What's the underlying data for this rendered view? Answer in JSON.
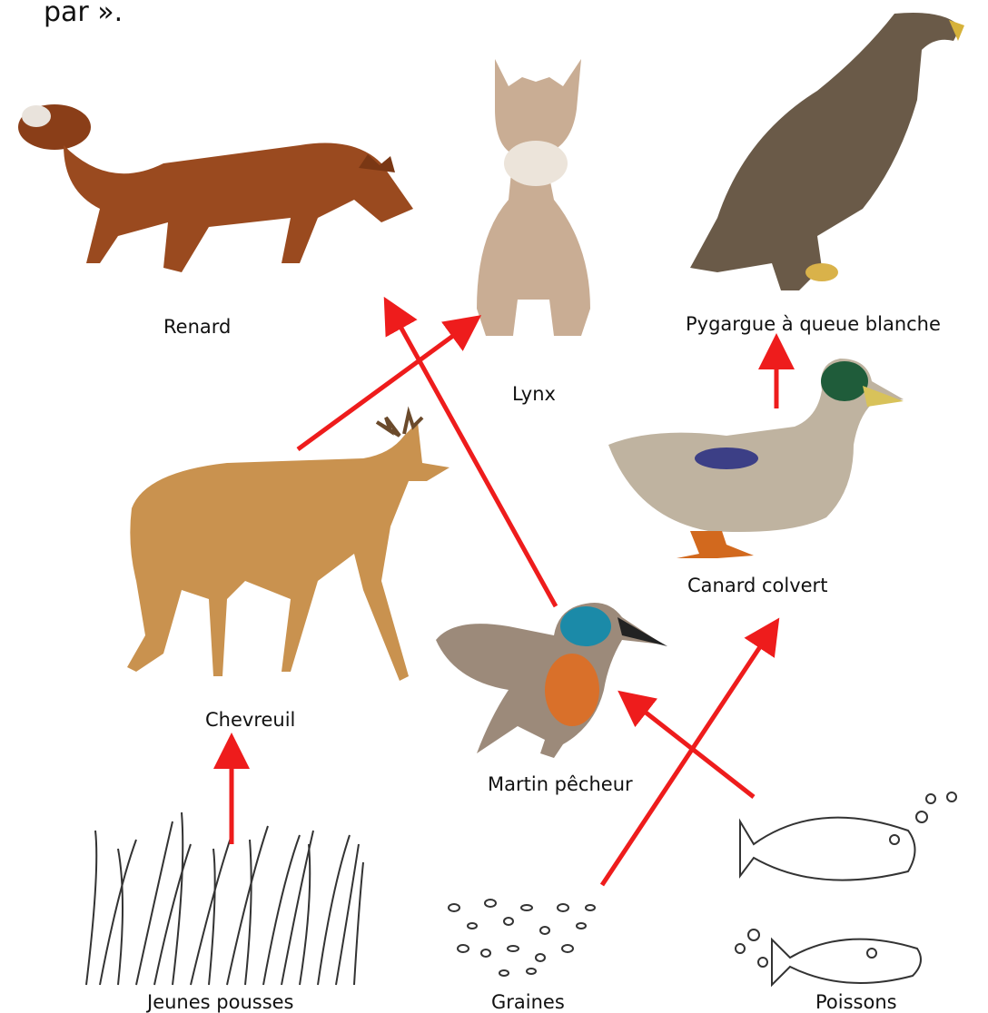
{
  "header": {
    "fragment": "par »."
  },
  "labels": {
    "renard": "Renard",
    "lynx": "Lynx",
    "pygargue": "Pygargue à queue blanche",
    "canard": "Canard colvert",
    "chevreuil": "Chevreuil",
    "martin": "Martin pêcheur",
    "pousses": "Jeunes pousses",
    "graines": "Graines",
    "poissons": "Poissons"
  },
  "arrows": [
    {
      "from": "Jeunes pousses",
      "to": "Chevreuil"
    },
    {
      "from": "Chevreuil",
      "to": "Lynx"
    },
    {
      "from": "Martin pêcheur",
      "to": "Renard"
    },
    {
      "from": "Canard colvert",
      "to": "Pygargue à queue blanche"
    },
    {
      "from": "Graines",
      "to": "Canard colvert"
    },
    {
      "from": "Poissons",
      "to": "Martin pêcheur"
    }
  ],
  "colors": {
    "arrow": "#ee1c1c",
    "fox": "#9a4a1f",
    "lynx": "#c9ad94",
    "eagle": "#6a5a48",
    "deer": "#c9924f",
    "duck_head": "#1f5c3a",
    "kingfisher": "#1b8aa8",
    "kingfisher_breast": "#d9702a"
  }
}
